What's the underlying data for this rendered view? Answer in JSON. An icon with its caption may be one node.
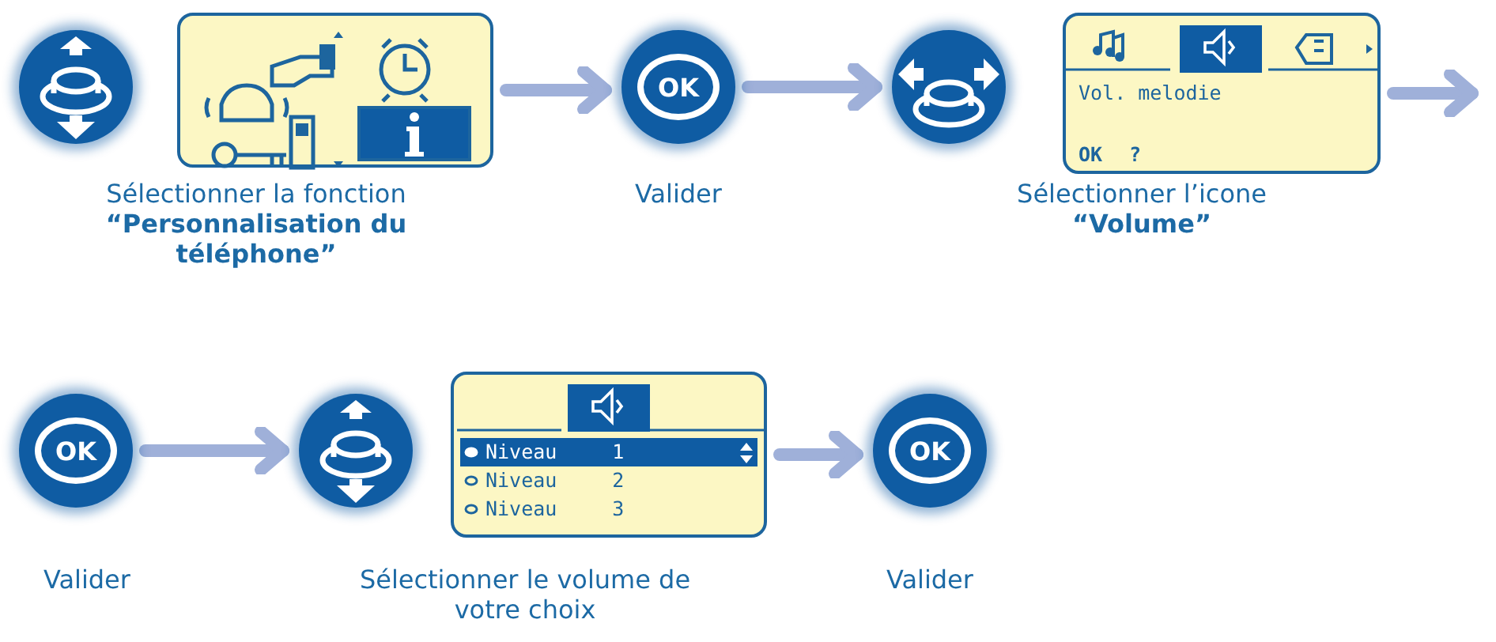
{
  "diagram": {
    "nodes": [
      {
        "text": [],
        "shape": "circle"
      },
      {
        "text": [],
        "shape": "box",
        "beside": [
          "Sélectionner la fonction **“Personnalisation du téléphone”**"
        ]
      },
      {
        "text": [
          "OK"
        ],
        "beside": [
          "Valider"
        ]
      },
      {
        "text": [],
        "shape": "circle"
      },
      {
        "text": [
          "Vol. melodie",
          "OK",
          "?"
        ],
        "beside": [
          "Sélectionner l’icone **“Volume”**"
        ]
      },
      {
        "text": [
          "OK"
        ],
        "beside": [
          "Valider"
        ]
      },
      {
        "text": [],
        "shape": "circle"
      },
      {
        "text": [
          "Niveau 1",
          "Niveau 2",
          "Niveau 3"
        ],
        "beside": [
          "Sélectionner le volume de votre choix"
        ]
      },
      {
        "text": [
          "OK"
        ],
        "beside": [
          "Valider"
        ]
      }
    ],
    "edges": [
      {
        "from": 1,
        "to": 2,
        "arrow": "to"
      },
      {
        "from": 2,
        "to": 3,
        "arrow": "to"
      },
      {
        "from": 4,
        "to": null,
        "arrow": "to"
      },
      {
        "from": 5,
        "to": 6,
        "arrow": "to"
      },
      {
        "from": 7,
        "to": 8,
        "arrow": "to"
      }
    ]
  }
}
